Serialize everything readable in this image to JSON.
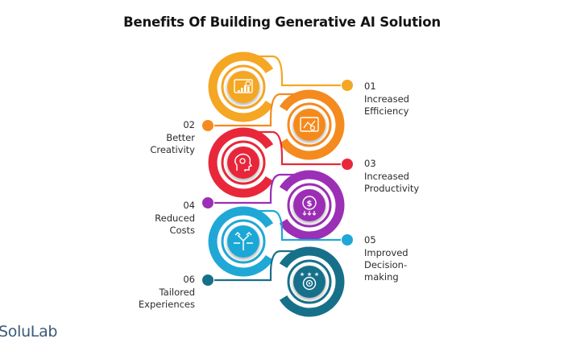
{
  "title": "Benefits Of Building Generative AI Solution",
  "brand": "SoluLab",
  "colors": {
    "c1": "#f5a623",
    "c2": "#f58a1f",
    "c3": "#e8283a",
    "c4": "#9b2fb5",
    "c5": "#1fa8d6",
    "c6": "#17708a"
  },
  "benefits": [
    {
      "num": "01",
      "lines": [
        "Increased",
        "Efficiency"
      ],
      "icon": "analytics-chart-icon"
    },
    {
      "num": "02",
      "lines": [
        "Better",
        "Creativity"
      ],
      "icon": "creative-design-board-icon"
    },
    {
      "num": "03",
      "lines": [
        "Increased",
        "Productivity"
      ],
      "icon": "brain-gear-icon"
    },
    {
      "num": "04",
      "lines": [
        "Reduced",
        "Costs"
      ],
      "icon": "dollar-coin-down-icon"
    },
    {
      "num": "05",
      "lines": [
        "Improved",
        "Decision-",
        "making"
      ],
      "icon": "decision-arrows-icon"
    },
    {
      "num": "06",
      "lines": [
        "Tailored",
        "Experiences"
      ],
      "icon": "target-stars-icon"
    }
  ]
}
